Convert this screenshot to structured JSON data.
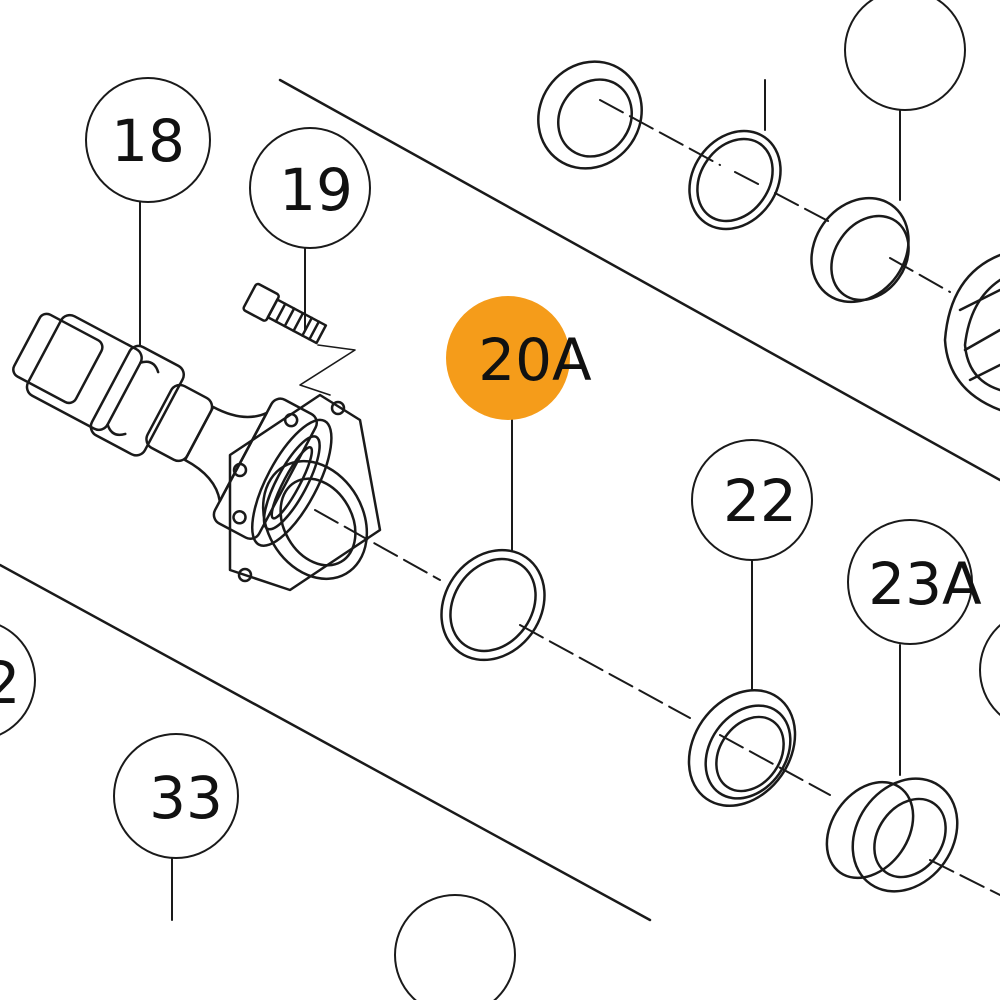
{
  "callouts": {
    "c18": "18",
    "c19": "19",
    "c20a": "20A",
    "c22": "22",
    "c23a": "23A",
    "c33": "33",
    "c_left_partial": "2"
  },
  "colors": {
    "line": "#1a1a1a",
    "highlight": "#f59c1a",
    "background": "#ffffff"
  },
  "highlighted_part": "20A"
}
